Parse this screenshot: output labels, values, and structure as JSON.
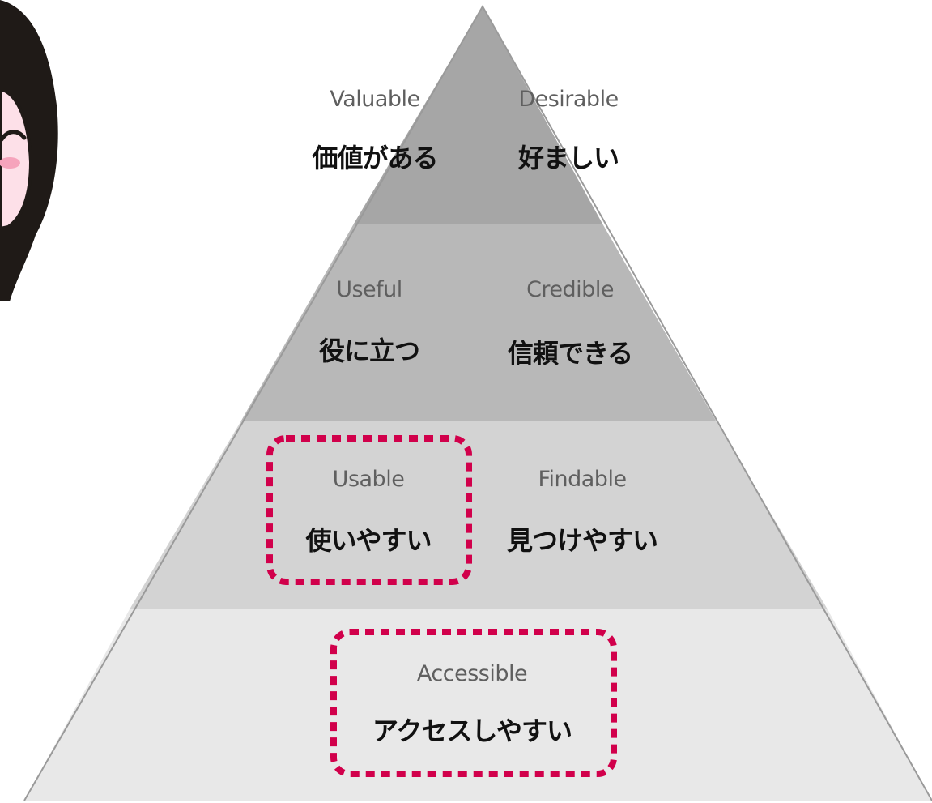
{
  "pyramid": {
    "tiers": [
      {
        "items": [
          {
            "en": "Valuable",
            "jp": "価値がある",
            "highlighted": false
          },
          {
            "en": "Desirable",
            "jp": "好ましい",
            "highlighted": false
          }
        ],
        "color": "#a6a6a6"
      },
      {
        "items": [
          {
            "en": "Useful",
            "jp": "役に立つ",
            "highlighted": false
          },
          {
            "en": "Credible",
            "jp": "信頼できる",
            "highlighted": false
          }
        ],
        "color": "#b8b8b8"
      },
      {
        "items": [
          {
            "en": "Usable",
            "jp": "使いやすい",
            "highlighted": true
          },
          {
            "en": "Findable",
            "jp": "見つけやすい",
            "highlighted": false
          }
        ],
        "color": "#d3d3d3"
      },
      {
        "items": [
          {
            "en": "Accessible",
            "jp": "アクセスしやすい",
            "highlighted": true
          }
        ],
        "color": "#e8e8e8"
      }
    ],
    "highlight_color": "#d1004b",
    "outline_color": "#9a9a9a"
  }
}
